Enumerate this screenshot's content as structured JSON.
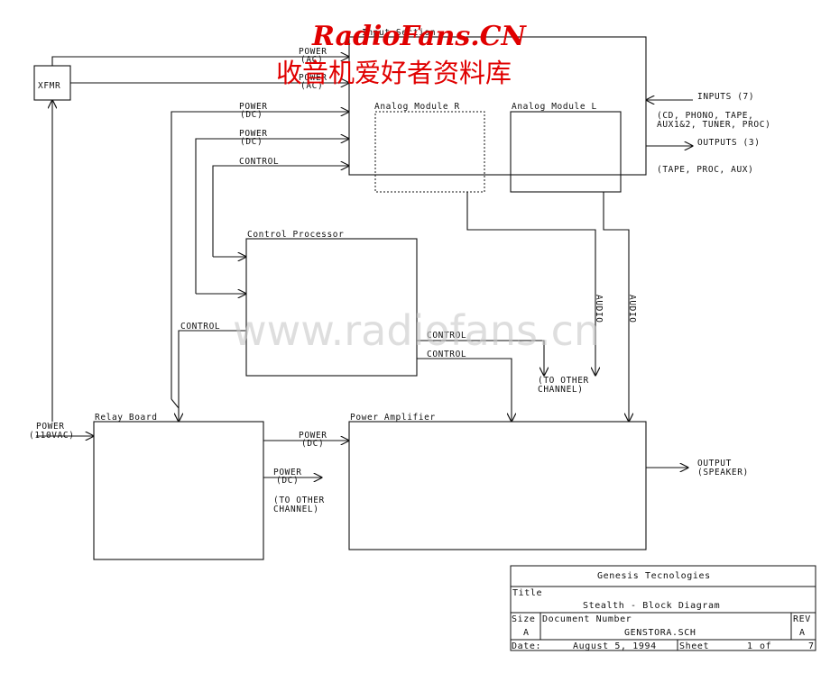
{
  "watermark": {
    "brand": "RadioFans.CN",
    "chinese": "收音机爱好者资料库",
    "site": "www.radiofans.cn"
  },
  "blocks": {
    "xfmr": "XFMR",
    "input_section": "Input Section",
    "analog_r": "Analog Module R",
    "analog_l": "Analog Module L",
    "control_processor": "Control Processor",
    "relay_board": "Relay Board",
    "power_amplifier": "Power Amplifier"
  },
  "signals": {
    "power_ac_1": [
      "POWER",
      "(AC)"
    ],
    "power_ac_2": [
      "POWER",
      "(AC)"
    ],
    "power_dc_1": [
      "POWER",
      "(DC)"
    ],
    "power_dc_2": [
      "POWER",
      "(DC)"
    ],
    "control_input": "CONTROL",
    "control_relay": "CONTROL",
    "control_out_1": "CONTROL",
    "control_out_2": "CONTROL",
    "inputs": "INPUTS (7)",
    "inputs_detail": [
      "(CD, PHONO, TAPE,",
      "AUX1&2, TUNER, PROC)"
    ],
    "outputs": "OUTPUTS (3)",
    "outputs_detail": "(TAPE, PROC, AUX)",
    "audio_r": "AUDIO",
    "audio_l": "AUDIO",
    "to_other_channel": [
      "(TO OTHER",
      "CHANNEL)"
    ],
    "power_110": [
      "POWER",
      "(110VAC)"
    ],
    "relay_power_dc_1": [
      "POWER",
      "(DC)"
    ],
    "relay_power_dc_2": [
      "POWER",
      "(DC)"
    ],
    "relay_to_other_channel": [
      "(TO OTHER",
      "CHANNEL)"
    ],
    "output_speaker": [
      "OUTPUT",
      "(SPEAKER)"
    ]
  },
  "title_block": {
    "company": "Genesis Tecnologies",
    "title_label": "Title",
    "title": "Stealth - Block Diagram",
    "size_label": "Size",
    "size": "A",
    "docnum_label": "Document Number",
    "docnum": "GENSTORA.SCH",
    "rev_label": "REV",
    "rev": "A",
    "date_label": "Date:",
    "date": "August  5, 1994",
    "sheet_label": "Sheet",
    "sheet": "1",
    "of_label": "of",
    "total": "7"
  }
}
